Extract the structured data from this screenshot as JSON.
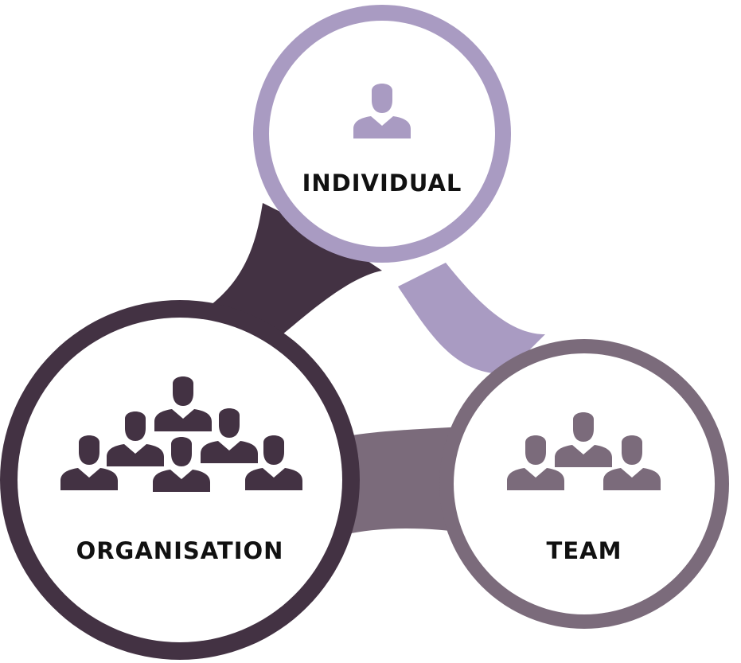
{
  "colors": {
    "individual": "#A99BC2",
    "organisation": "#433243",
    "team": "#7B6B7B",
    "background": "#FFFFFF",
    "text": "#111111"
  },
  "nodes": {
    "individual": {
      "label": "INDIVIDUAL",
      "icon": "single-person-icon"
    },
    "organisation": {
      "label": "ORGANISATION",
      "icon": "crowd-people-icon"
    },
    "team": {
      "label": "TEAM",
      "icon": "three-people-icon"
    }
  }
}
